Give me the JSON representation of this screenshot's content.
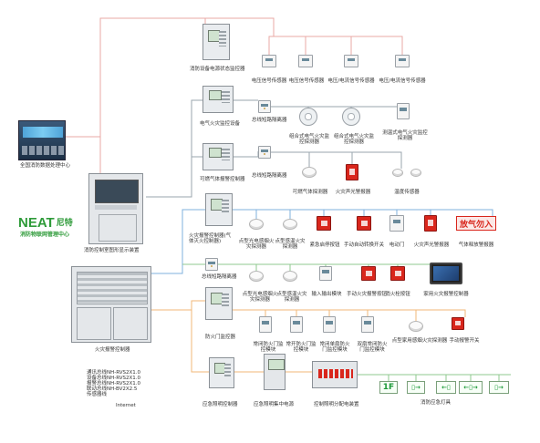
{
  "colors": {
    "line_red": "#e8a9a6",
    "line_gray": "#9aa5ad",
    "line_orange": "#f1b777",
    "line_blue": "#7fb0dc",
    "line_green": "#8fc98f",
    "brand_green": "#2f9b3a",
    "warning_red": "#d9261c"
  },
  "brand": {
    "logo_text": "NEAT",
    "logo_cn": "尼特",
    "subtitle": "消防物联网管理中心"
  },
  "center": {
    "label": "全国消防数据处理中心"
  },
  "main_labels": {
    "monitor": "消防设备电源状态监控器",
    "electric_fire": "电气火灾监控设备",
    "gas": "可燃气体报警控制器",
    "graphic": "消防控制室图形显示装置",
    "fire_alarm": "火灾报警控制器",
    "fire_door": "防火门监控器",
    "emergency_light": "应急照明控制器",
    "emergency_power": "应急照明集中电源",
    "distribution": "控制照明分配电装置",
    "evac": "消防应急灯具"
  },
  "row1": [
    "电压信号传感器",
    "电压信号传感器",
    "电压/电流信号传感器",
    "电压/电流信号传感器"
  ],
  "row2": {
    "bus_iso": "总线短路隔离器",
    "items": [
      "组合式电气火灾监控探测器",
      "组合式电气火灾监控探测器",
      "测温式电气火灾监控探测器"
    ]
  },
  "row3": {
    "bus_iso": "总线短路隔离器",
    "items": [
      "可燃气体探测器",
      "火灾声光警报器",
      "温度传感器"
    ]
  },
  "row4": {
    "controller": "火灾报警控制器(气体灭火控制器)",
    "items": [
      "点型光电感烟火灾探测器",
      "点型感温火灾探测器",
      "紧急启停按钮",
      "手动自动转换开关",
      "电动门",
      "火灾声光警报器",
      "气体释放警报器"
    ],
    "sign": "放气勿入"
  },
  "row5": {
    "bus_iso": "总线短路隔离器",
    "items": [
      "点型光电感烟火灾探测器",
      "点型感温火灾探测器",
      "输入输出模块",
      "手动火灾报警按钮",
      "消火栓按钮",
      "家用火灾报警控制器"
    ]
  },
  "row6": {
    "items": [
      "常闭防火门监控模块",
      "常开防火门监控模块",
      "常闭单扇防火门监控模块",
      "双扇常闭防火门监控模块",
      "点型家用感烟火灾探测器",
      "手动报警开关"
    ]
  },
  "row7": {
    "signs": [
      "1F",
      "▯→",
      "←▯",
      "←▯→",
      "▯→"
    ]
  },
  "protocols": {
    "lines": [
      "通讯总线NH-RVS2X1.0",
      "设备总线NH-RVS2X1.0",
      "报警总线NH-RVS2X1.0",
      "联动总线NH-BV2X2.5",
      "传感器线",
      "Internet"
    ]
  }
}
